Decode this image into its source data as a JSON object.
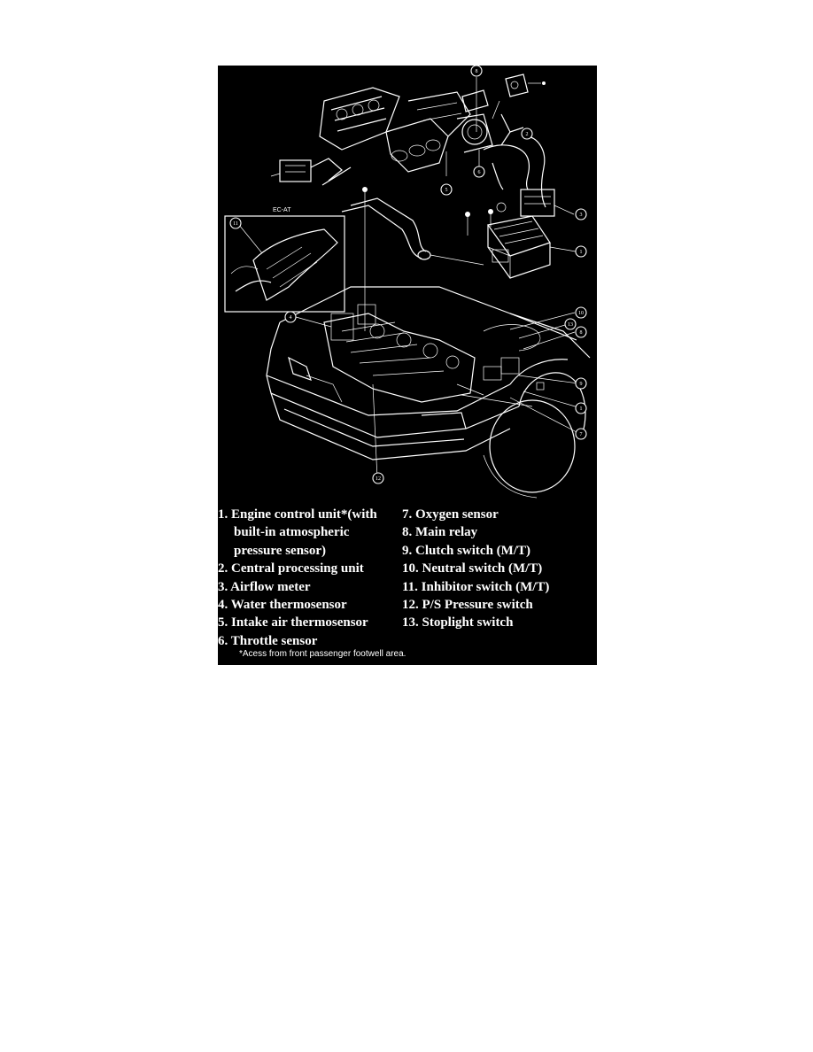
{
  "diagram": {
    "inset_label": "EC-AT",
    "callouts": {
      "c1a": "1",
      "c1b": "1",
      "c2": "2",
      "c3": "3",
      "c4": "4",
      "c5": "5",
      "c6": "6",
      "c7": "7",
      "c8a": "8",
      "c8b": "8",
      "c9": "9",
      "c10": "10",
      "c11": "11",
      "c12": "12",
      "c13": "13"
    }
  },
  "legend": {
    "left": [
      "1. Engine control unit*(with",
      "built-in atmospheric",
      "pressure sensor)",
      "2. Central processing unit",
      "3. Airflow meter",
      "4. Water thermosensor",
      "5. Intake air thermosensor",
      "6. Throttle sensor"
    ],
    "right": [
      "7. Oxygen sensor",
      "8. Main relay",
      "9. Clutch switch (M/T)",
      "10. Neutral switch (M/T)",
      "11. Inhibitor switch (M/T)",
      "12. P/S Pressure switch",
      "13. Stoplight switch"
    ]
  },
  "footnote": "*Acess from front passenger footwell area."
}
